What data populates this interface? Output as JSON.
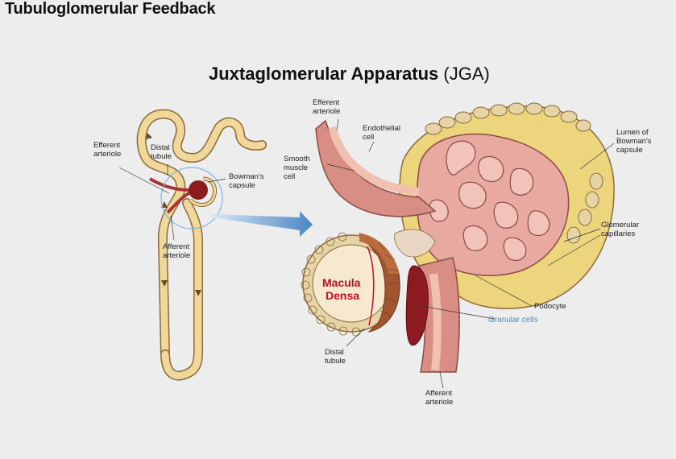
{
  "title": "Tubuloglomerular Feedback",
  "subtitle": {
    "bold": "Juxtaglomerular Apparatus",
    "normal": " (JGA)"
  },
  "labels": {
    "efferent_arteriole_left": [
      "Efferent",
      "arteriole"
    ],
    "distal_tubule_left": [
      "Distal",
      "tubule"
    ],
    "bowmans_capsule": [
      "Bowman's",
      "capsule"
    ],
    "afferent_arteriole_left": [
      "Afferent",
      "arteriole"
    ],
    "efferent_arteriole_top": [
      "Efferent",
      "arteriole"
    ],
    "endothelial_cell": [
      "Endothelial",
      "cell"
    ],
    "smooth_muscle_cell": [
      "Smooth",
      "muscle",
      "cell"
    ],
    "lumen_of_bowmans_capsule": [
      "Lumen of",
      "Bowman's",
      "capsule"
    ],
    "glomerular_capillaries": [
      "Glomerular",
      "capillaries"
    ],
    "macula_densa": [
      "Macula",
      "Densa"
    ],
    "podocyte": "Podocyte",
    "granular_cells": "Granular cells",
    "distal_tubule_bottom": [
      "Distal",
      "tubule"
    ],
    "afferent_arteriole_bottom": [
      "Afferent",
      "arteriole"
    ]
  },
  "colors": {
    "tubule": "#f0d79a",
    "tubule_outline": "#8a6a3a",
    "capsule_yellow": "#ecd57c",
    "capillary_pink": "#e8a9a0",
    "vessel_wall": "#d98e85",
    "macula_brown": "#a2562f",
    "granular_red": "#8e1a22",
    "arrow_blue": "#4a86c4",
    "circle_blue": "#7fb0dc"
  }
}
